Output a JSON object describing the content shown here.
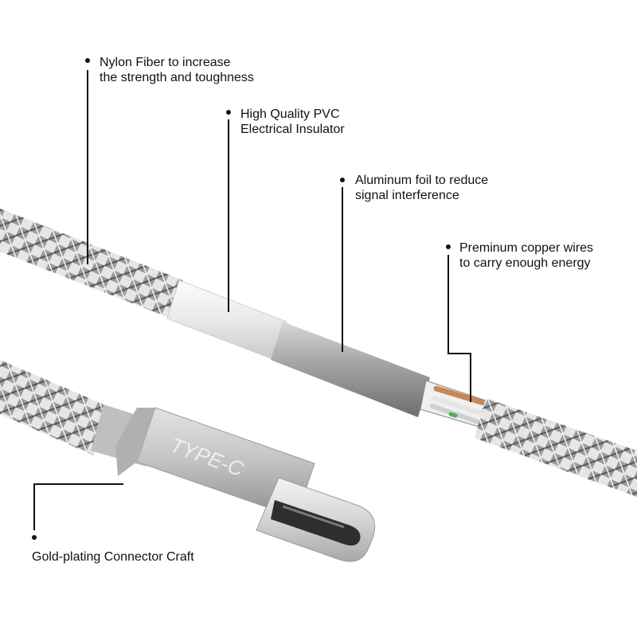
{
  "callouts": {
    "nylon": {
      "line1": "Nylon Fiber to increase",
      "line2": "the strength and toughness"
    },
    "pvc": {
      "line1": "High Quality PVC",
      "line2": "Electrical Insulator"
    },
    "foil": {
      "line1": "Aluminum foil to reduce",
      "line2": "signal interference"
    },
    "copper": {
      "line1": "Preminum copper wires",
      "line2": "to carry enough energy"
    },
    "connector": {
      "line1": "Gold-plating Connector Craft"
    }
  },
  "connector": {
    "housing_text": "TYPE-C"
  },
  "colors": {
    "braid_light": "#e4e4e4",
    "braid_dark": "#5d5d5d",
    "pvc": "#ececec",
    "foil": "#a9a9a9",
    "copper": "#c9875a",
    "housing": "#bdbdbd",
    "plug": "#d6d6d6"
  }
}
